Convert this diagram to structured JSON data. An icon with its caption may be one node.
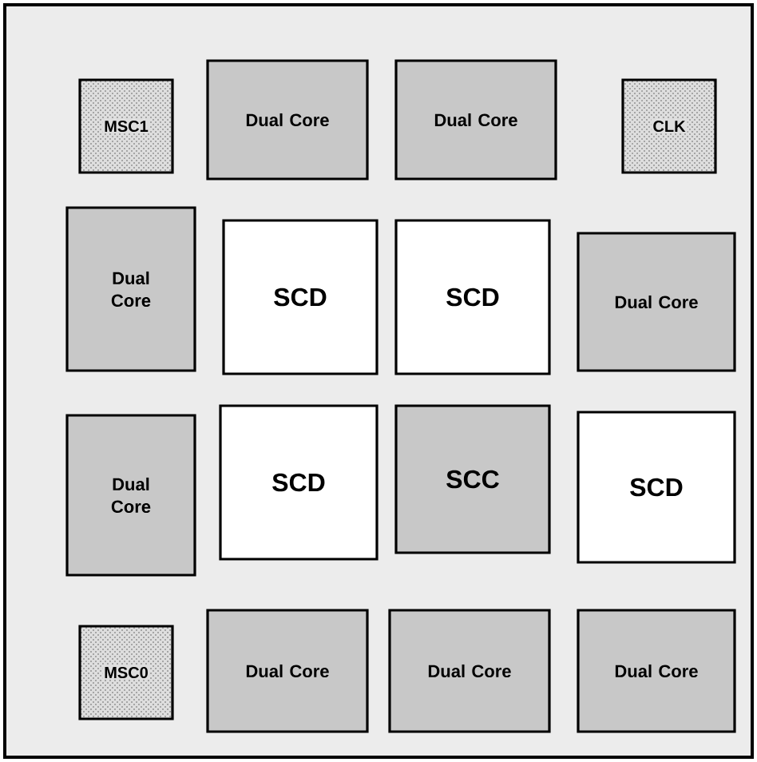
{
  "diagram": {
    "nodes": [
      {
        "text": [
          "MSC1"
        ]
      },
      {
        "text": [
          "Dual Core"
        ]
      },
      {
        "text": [
          "Dual Core"
        ]
      },
      {
        "text": [
          "CLK"
        ]
      },
      {
        "text": [
          "Dual Core"
        ]
      },
      {
        "text": [
          "SCD"
        ]
      },
      {
        "text": [
          "SCD"
        ]
      },
      {
        "text": [
          "Dual Core"
        ]
      },
      {
        "text": [
          "Dual Core"
        ]
      },
      {
        "text": [
          "SCD"
        ]
      },
      {
        "text": [
          "SCC"
        ]
      },
      {
        "text": [
          "SCD"
        ]
      },
      {
        "text": [
          "MSC0"
        ]
      },
      {
        "text": [
          "Dual Core"
        ]
      },
      {
        "text": [
          "Dual Core"
        ]
      },
      {
        "text": [
          "Dual Core"
        ]
      }
    ]
  }
}
